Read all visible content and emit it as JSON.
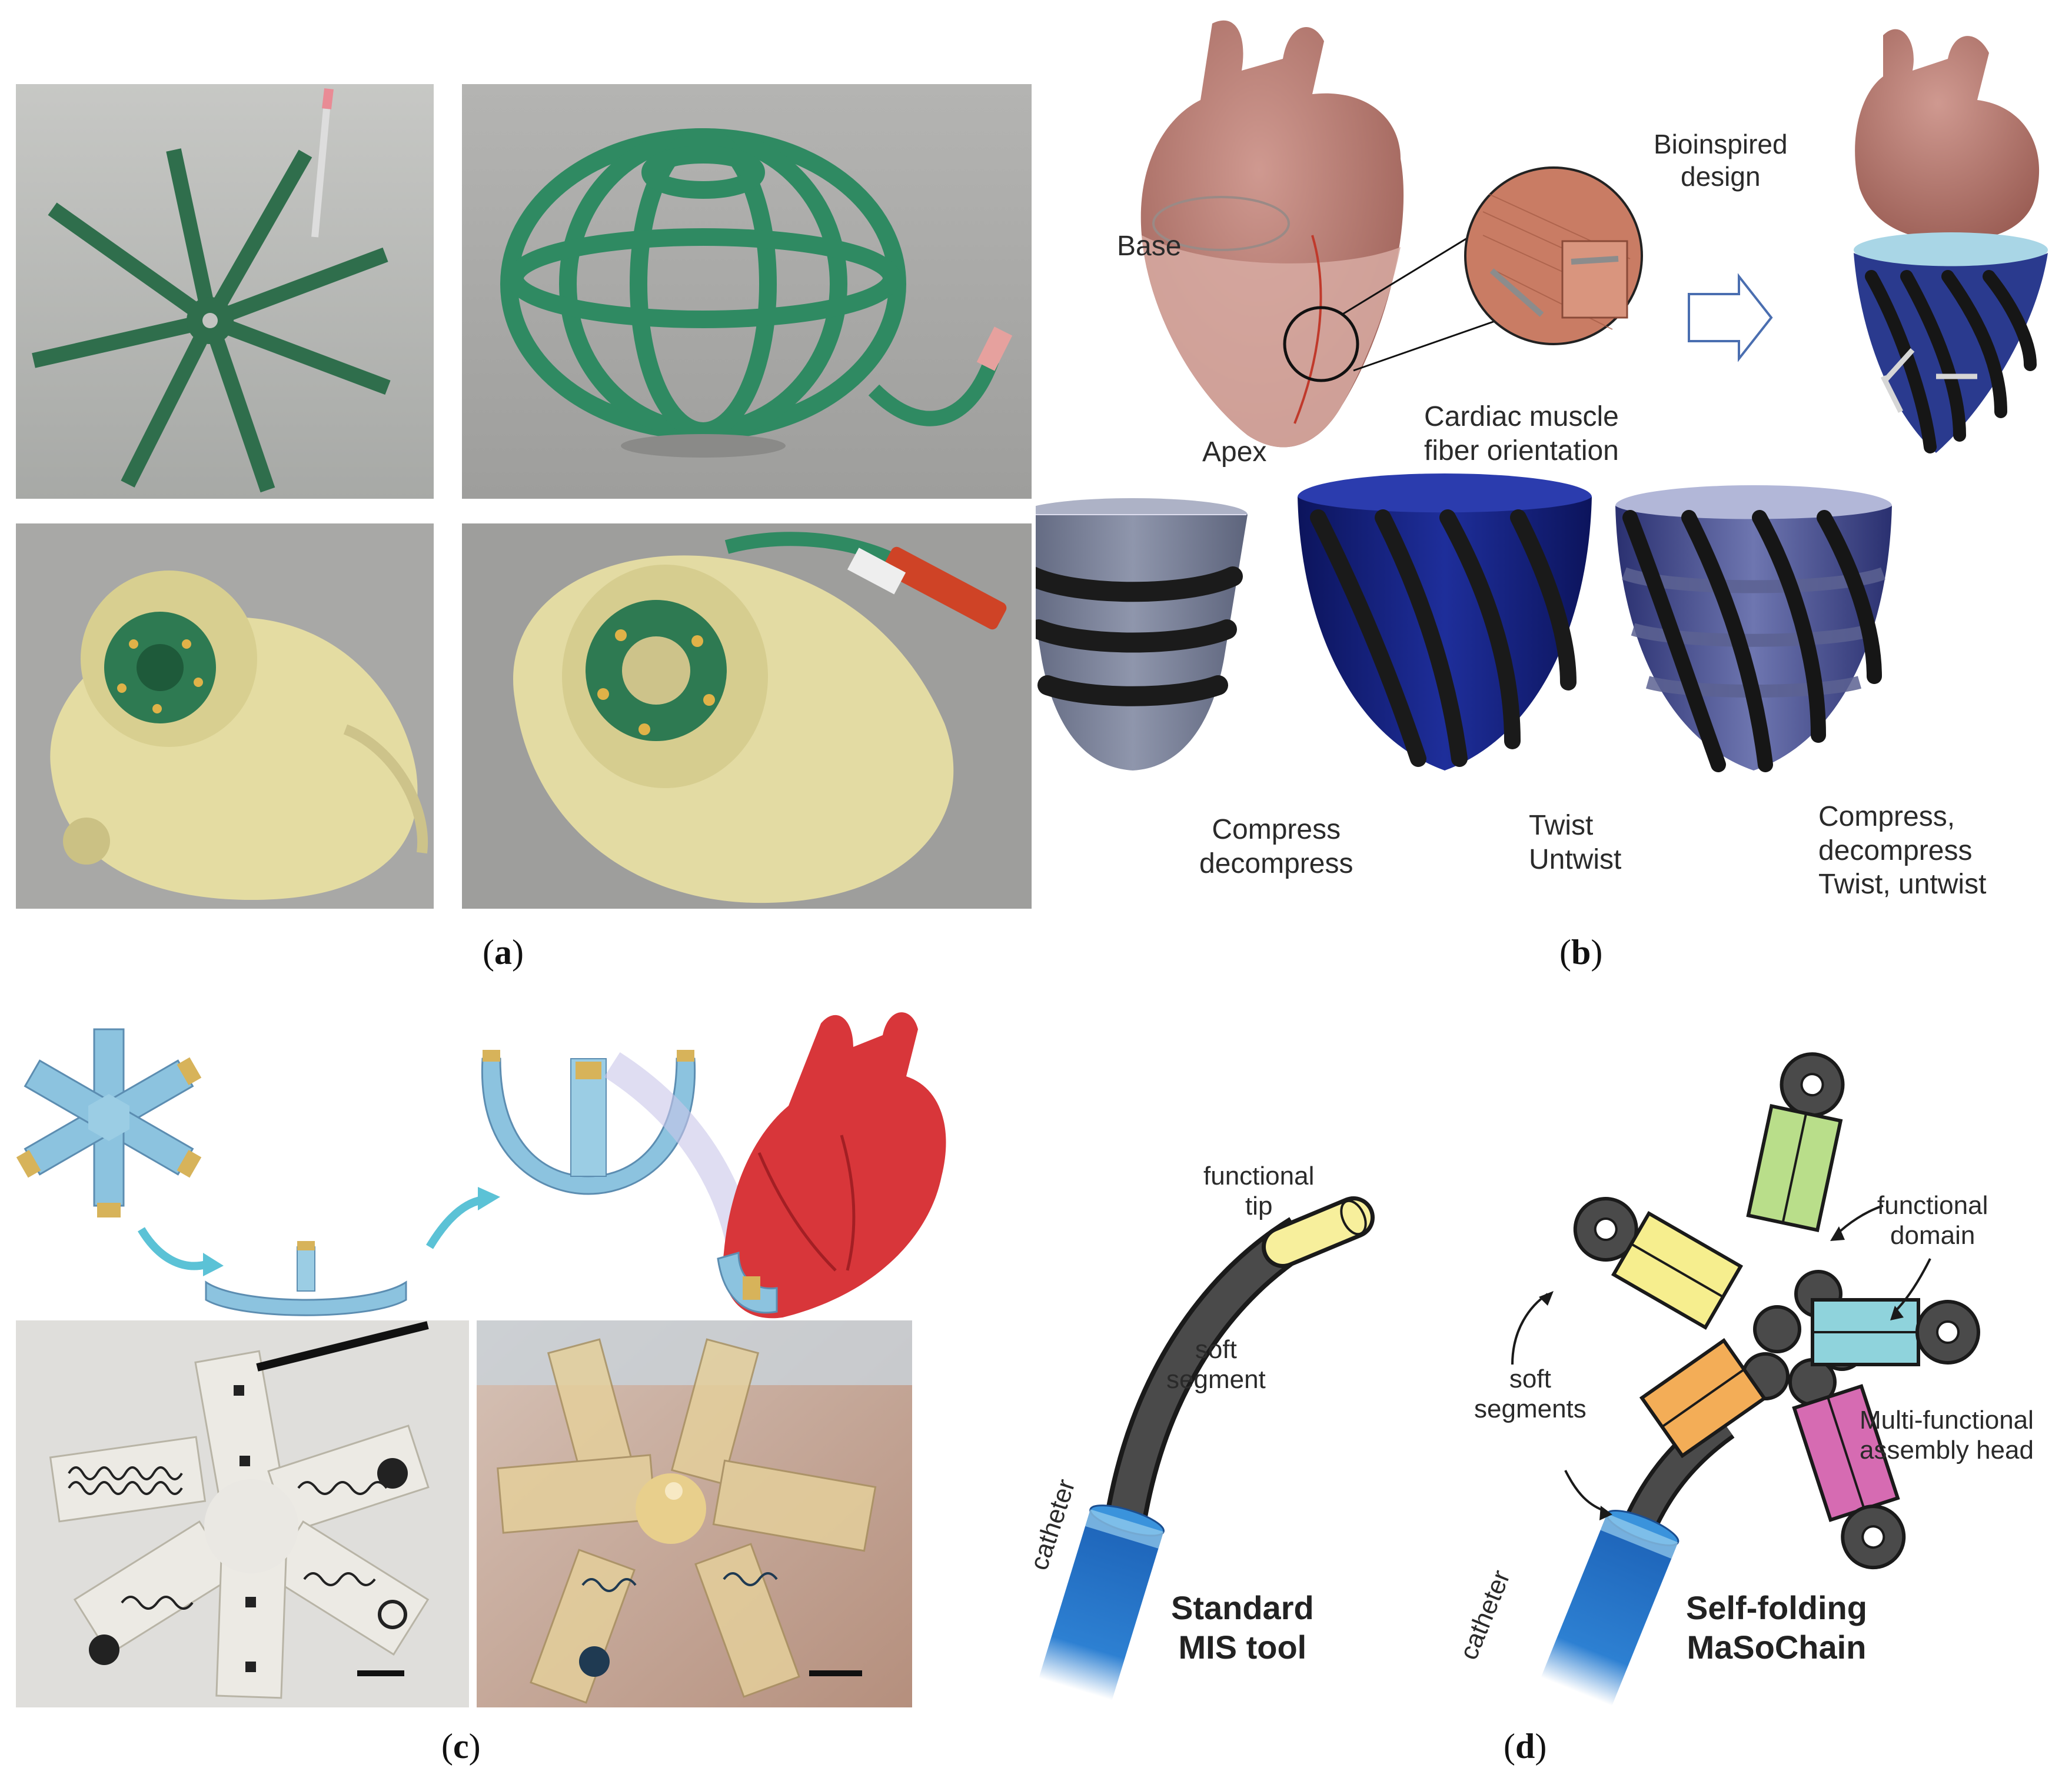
{
  "figure": {
    "captions": {
      "a": {
        "open": "(",
        "letter": "a",
        "close": ")"
      },
      "b": {
        "open": "(",
        "letter": "b",
        "close": ")"
      },
      "c": {
        "open": "(",
        "letter": "c",
        "close": ")"
      },
      "d": {
        "open": "(",
        "letter": "d",
        "close": ")"
      }
    }
  },
  "panel_b": {
    "base": "Base",
    "apex": "Apex",
    "bioinspired_line1": "Bioinspired",
    "bioinspired_line2": "design",
    "fiber_line1": "Cardiac muscle",
    "fiber_line2": "fiber orientation",
    "compress_line1": "Compress",
    "compress_line2": "decompress",
    "twist_line1": "Twist",
    "twist_line2": "Untwist",
    "combo_line1": "Compress,",
    "combo_line2": "decompress",
    "combo_line3": "Twist, untwist"
  },
  "panel_d": {
    "functional_tip_line1": "functional",
    "functional_tip_line2": "tip",
    "soft_segment_line1": "soft",
    "soft_segment_line2": "segment",
    "catheter_left": "catheter",
    "standard_line1": "Standard",
    "standard_line2": "MIS tool",
    "functional_domain_line1": "functional",
    "functional_domain_line2": "domain",
    "soft_segments_line1": "soft",
    "soft_segments_line2": "segments",
    "multi_line1": "Multi-functional",
    "multi_line2": "assembly head",
    "catheter_right": "catheter",
    "selffold_line1": "Self-folding",
    "selffold_line2": "MaSoChain"
  },
  "colors": {
    "strip_green": "#2f7d55",
    "heart_pink": "#b5756c",
    "cup_navy": "#15207a",
    "cup_grey": "#6f7690",
    "catheter_blue": "#1d63b8",
    "tip_yellow": "#f7ef9c",
    "mod_yellow": "#f6ee8e",
    "mod_green": "#b9de8a",
    "mod_cyan": "#8fd3dc",
    "mod_orange": "#f3ad57",
    "mod_magenta": "#d66bb2"
  }
}
